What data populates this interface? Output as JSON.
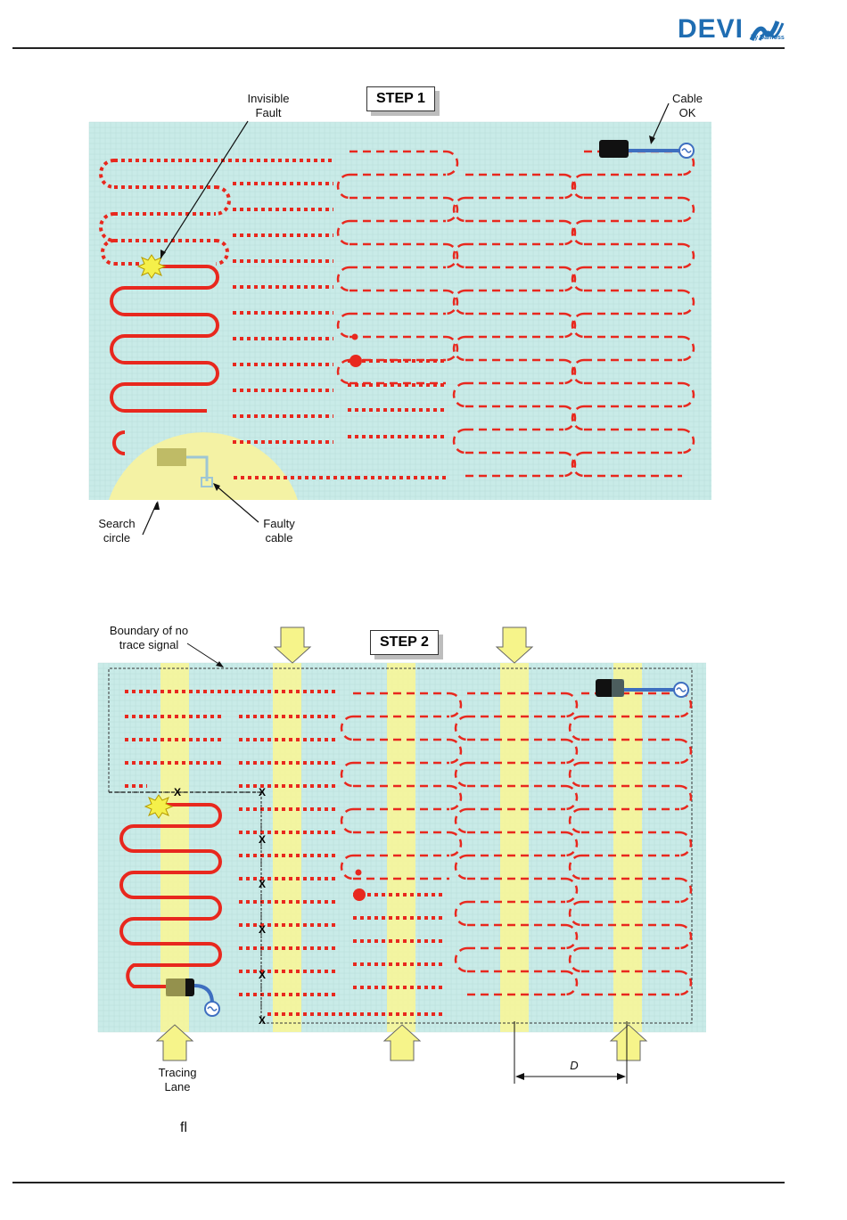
{
  "header": {
    "logo_text": "DEVI",
    "logo_sub": "by Danfoss"
  },
  "diagram1": {
    "step_label": "STEP 1",
    "labels": {
      "invisible_fault": [
        "Invisible",
        "Fault"
      ],
      "cable_ok": [
        "Cable",
        "OK"
      ],
      "search_circle": [
        "Search",
        "circle"
      ],
      "faulty_cable": [
        "Faulty",
        "cable"
      ]
    }
  },
  "diagram2": {
    "step_label": "STEP 2",
    "labels": {
      "boundary": [
        "Boundary of no",
        "trace signal"
      ],
      "tracing_lane": [
        "Tracing",
        "Lane"
      ],
      "distance": "D"
    },
    "markers": [
      "X",
      "X",
      "X",
      "X",
      "X",
      "X",
      "X",
      "X"
    ]
  },
  "footer": {
    "note": "ﬂ"
  },
  "colors": {
    "cable_red": "#e8281e",
    "floor": "#c9ebe8",
    "lane_yellow": "#f6f59a",
    "search_yellow": "#f7f2a0",
    "connector_blue": "#3e6fc0",
    "logo_blue": "#1f6db2"
  }
}
